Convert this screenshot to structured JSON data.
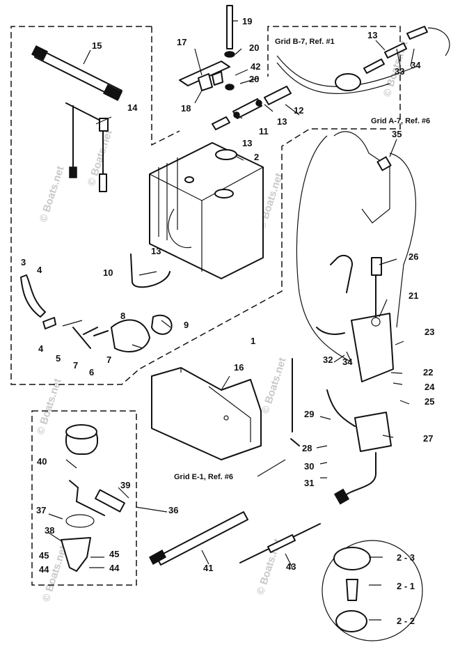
{
  "diagram": {
    "callouts": [
      {
        "id": "c1",
        "text": "1"
      },
      {
        "id": "c2",
        "text": "2"
      },
      {
        "id": "c3",
        "text": "3"
      },
      {
        "id": "c4a",
        "text": "4"
      },
      {
        "id": "c4b",
        "text": "4"
      },
      {
        "id": "c5",
        "text": "5"
      },
      {
        "id": "c6",
        "text": "6"
      },
      {
        "id": "c7a",
        "text": "7"
      },
      {
        "id": "c7b",
        "text": "7"
      },
      {
        "id": "c8",
        "text": "8"
      },
      {
        "id": "c9",
        "text": "9"
      },
      {
        "id": "c10",
        "text": "10"
      },
      {
        "id": "c11",
        "text": "11"
      },
      {
        "id": "c12",
        "text": "12"
      },
      {
        "id": "c13a",
        "text": "13"
      },
      {
        "id": "c13b",
        "text": "13"
      },
      {
        "id": "c13c",
        "text": "13"
      },
      {
        "id": "c13d",
        "text": "13"
      },
      {
        "id": "c14",
        "text": "14"
      },
      {
        "id": "c15",
        "text": "15"
      },
      {
        "id": "c16",
        "text": "16"
      },
      {
        "id": "c17",
        "text": "17"
      },
      {
        "id": "c18",
        "text": "18"
      },
      {
        "id": "c19",
        "text": "19"
      },
      {
        "id": "c20a",
        "text": "20"
      },
      {
        "id": "c20b",
        "text": "20"
      },
      {
        "id": "c21",
        "text": "21"
      },
      {
        "id": "c22",
        "text": "22"
      },
      {
        "id": "c23",
        "text": "23"
      },
      {
        "id": "c24",
        "text": "24"
      },
      {
        "id": "c25",
        "text": "25"
      },
      {
        "id": "c26",
        "text": "26"
      },
      {
        "id": "c27",
        "text": "27"
      },
      {
        "id": "c28",
        "text": "28"
      },
      {
        "id": "c29",
        "text": "29"
      },
      {
        "id": "c30",
        "text": "30"
      },
      {
        "id": "c31",
        "text": "31"
      },
      {
        "id": "c32",
        "text": "32"
      },
      {
        "id": "c33",
        "text": "33"
      },
      {
        "id": "c34a",
        "text": "34"
      },
      {
        "id": "c34b",
        "text": "34"
      },
      {
        "id": "c35",
        "text": "35"
      },
      {
        "id": "c36",
        "text": "36"
      },
      {
        "id": "c37",
        "text": "37"
      },
      {
        "id": "c38",
        "text": "38"
      },
      {
        "id": "c39",
        "text": "39"
      },
      {
        "id": "c40",
        "text": "40"
      },
      {
        "id": "c41",
        "text": "41"
      },
      {
        "id": "c42",
        "text": "42"
      },
      {
        "id": "c43",
        "text": "43"
      },
      {
        "id": "c44a",
        "text": "44"
      },
      {
        "id": "c44b",
        "text": "44"
      },
      {
        "id": "c45a",
        "text": "45"
      },
      {
        "id": "c45b",
        "text": "45"
      },
      {
        "id": "c2_1",
        "text": "2 - 1"
      },
      {
        "id": "c2_2",
        "text": "2 - 2"
      },
      {
        "id": "c2_3",
        "text": "2 - 3"
      }
    ],
    "references": {
      "grid_b7": "Grid B-7, Ref. #1",
      "grid_a7": "Grid A-7, Ref. #6",
      "grid_e1": "Grid E-1, Ref. #6"
    },
    "watermark": "© Boats.net"
  }
}
